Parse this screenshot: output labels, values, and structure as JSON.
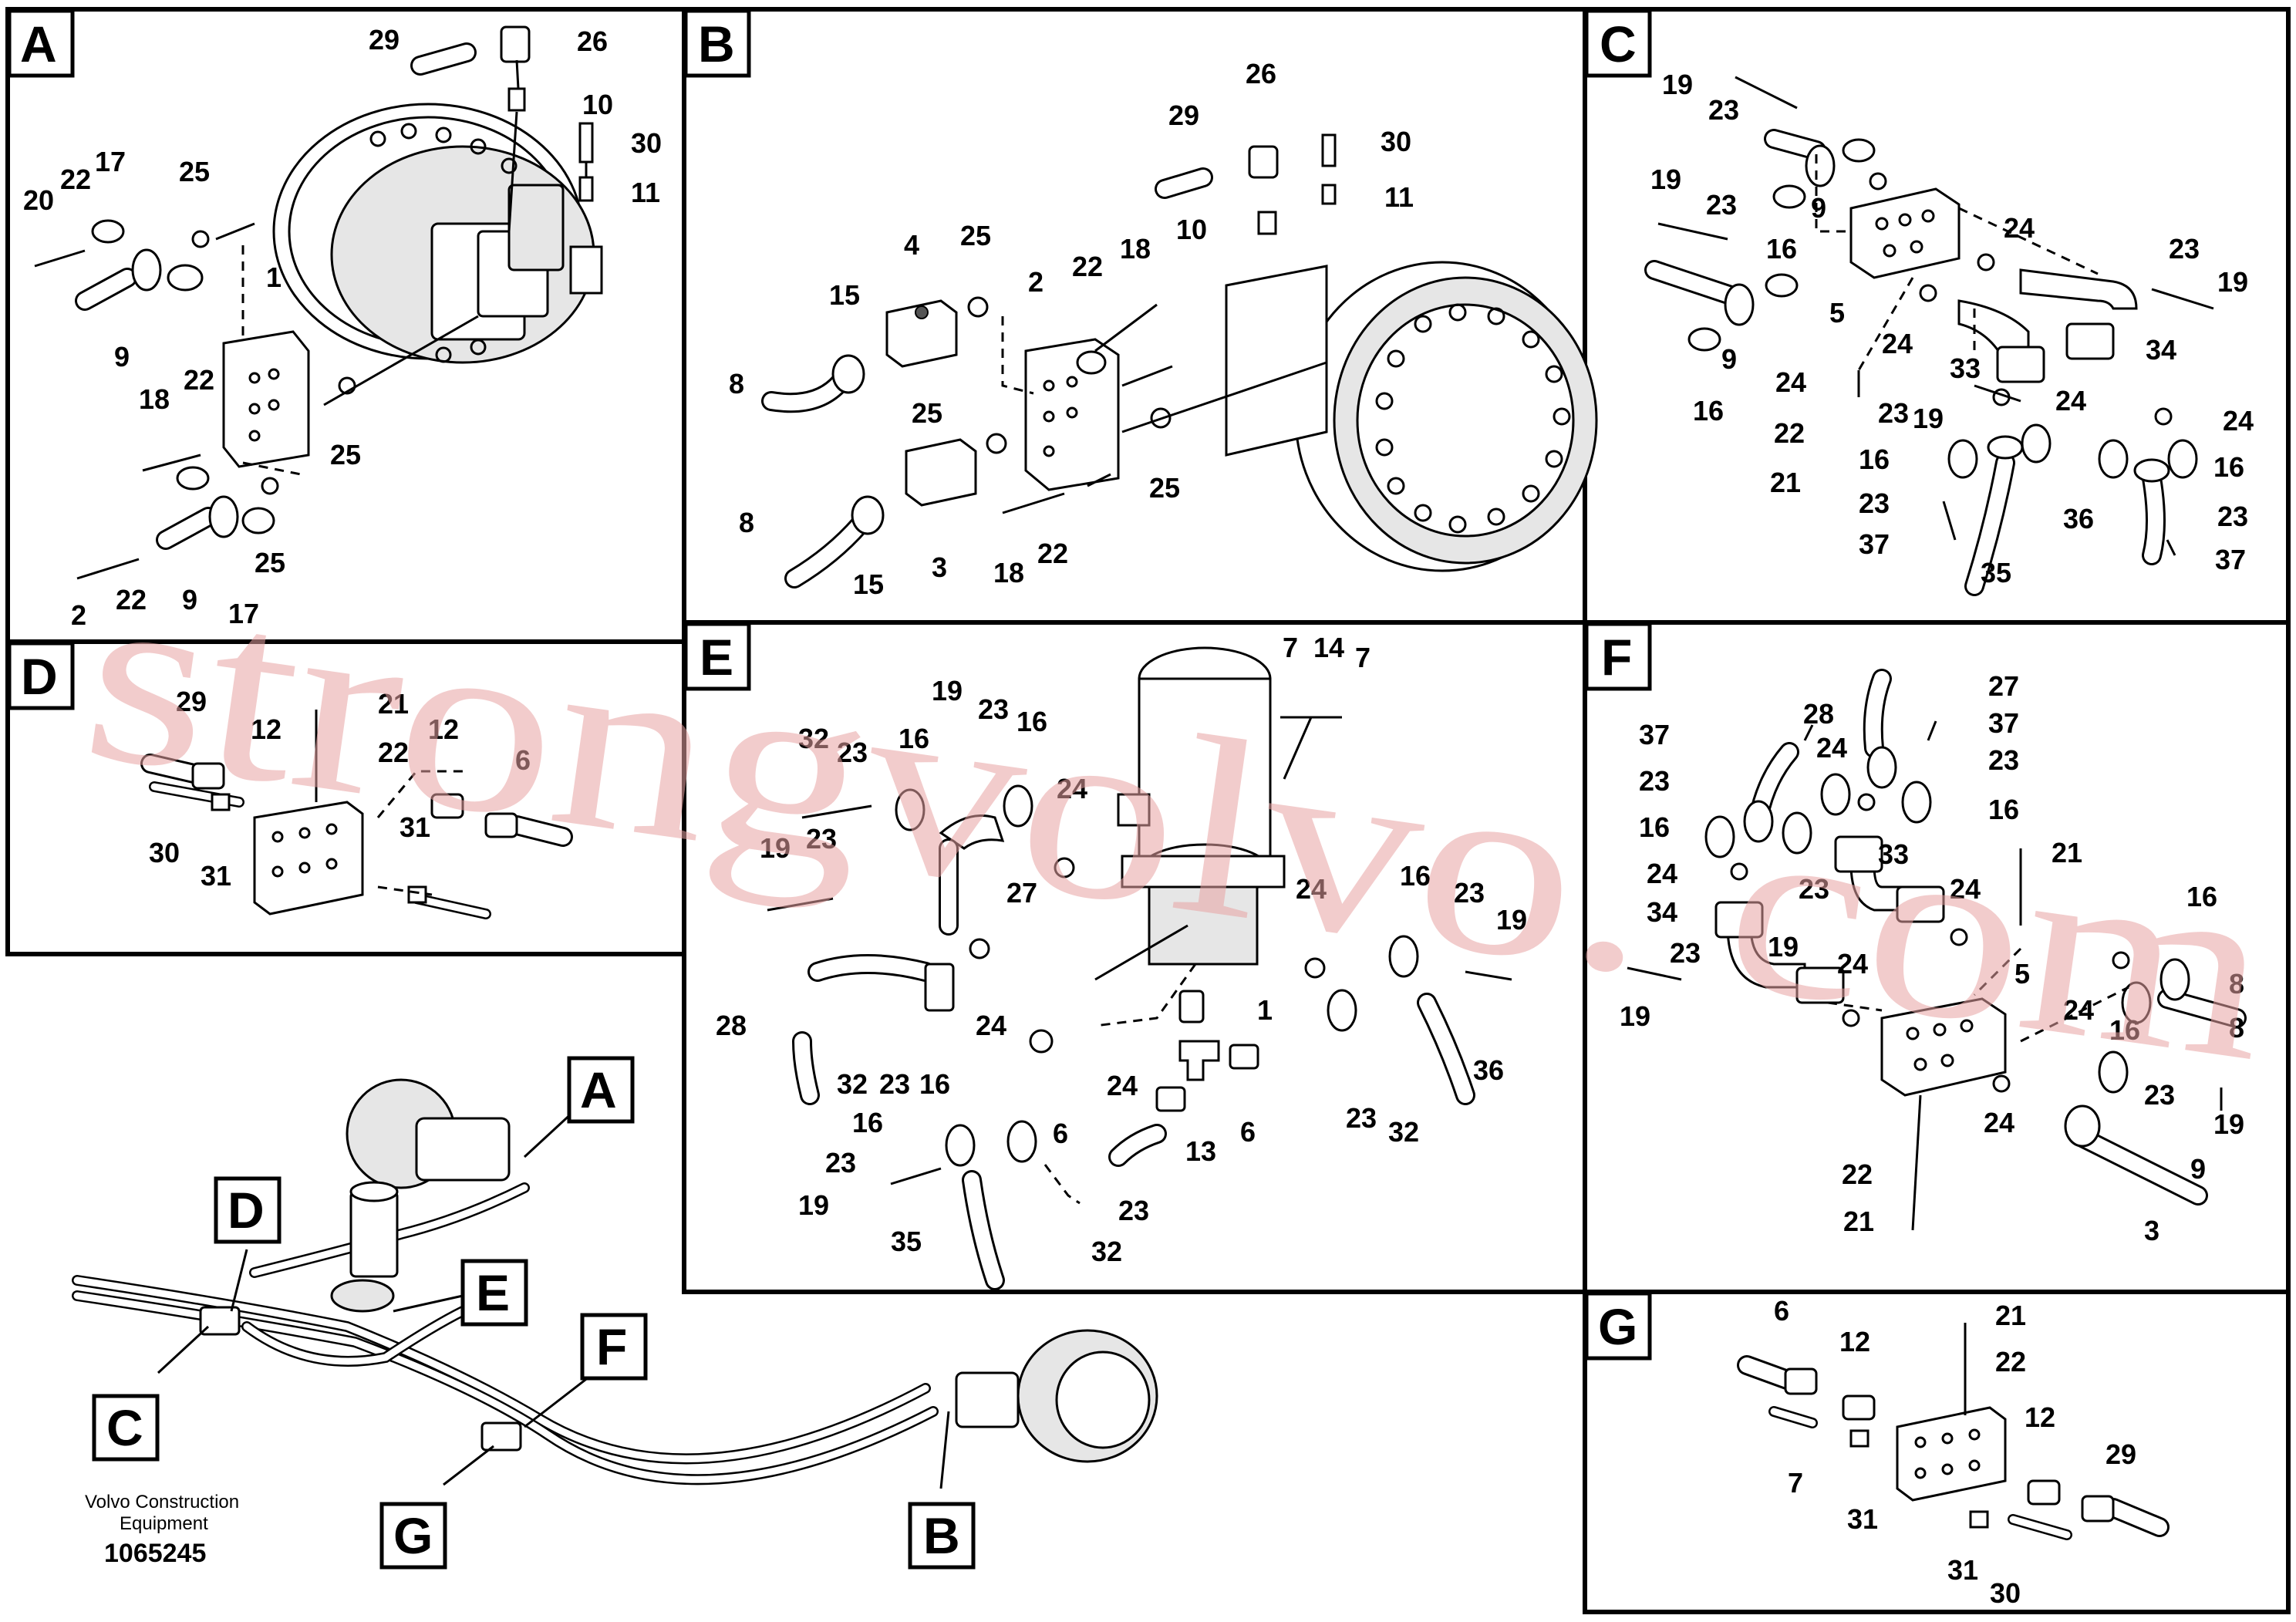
{
  "panels": {
    "A": {
      "label": "A"
    },
    "B": {
      "label": "B"
    },
    "C": {
      "label": "C"
    },
    "D": {
      "label": "D"
    },
    "E": {
      "label": "E"
    },
    "F": {
      "label": "F"
    },
    "G": {
      "label": "G"
    }
  },
  "overview_callouts": [
    "A",
    "D",
    "E",
    "F",
    "C",
    "G",
    "B"
  ],
  "callouts": {
    "A": [
      "29",
      "26",
      "10",
      "30",
      "11",
      "20",
      "22",
      "17",
      "25",
      "1",
      "9",
      "22",
      "18",
      "25",
      "2",
      "22",
      "9",
      "17",
      "25"
    ],
    "B": [
      "26",
      "29",
      "30",
      "11",
      "10",
      "4",
      "25",
      "2",
      "22",
      "18",
      "15",
      "8",
      "25",
      "25",
      "8",
      "15",
      "3",
      "18",
      "22"
    ],
    "C": [
      "19",
      "23",
      "19",
      "23",
      "9",
      "16",
      "24",
      "23",
      "19",
      "5",
      "24",
      "9",
      "33",
      "34",
      "16",
      "24",
      "23",
      "19",
      "24",
      "22",
      "21",
      "16",
      "24",
      "16",
      "23",
      "36",
      "23",
      "37",
      "35",
      "37"
    ],
    "D": [
      "29",
      "21",
      "12",
      "12",
      "22",
      "6",
      "30",
      "31",
      "31"
    ],
    "E": [
      "7",
      "14",
      "7",
      "19",
      "23",
      "16",
      "32",
      "23",
      "16",
      "24",
      "19",
      "23",
      "27",
      "24",
      "16",
      "23",
      "19",
      "28",
      "32",
      "23",
      "16",
      "24",
      "1",
      "24",
      "6",
      "13",
      "6",
      "36",
      "23",
      "32",
      "16",
      "23",
      "19",
      "23",
      "35",
      "32"
    ],
    "F": [
      "27",
      "37",
      "28",
      "37",
      "23",
      "24",
      "23",
      "16",
      "16",
      "24",
      "33",
      "21",
      "34",
      "23",
      "24",
      "16",
      "19",
      "23",
      "24",
      "5",
      "8",
      "19",
      "24",
      "16",
      "8",
      "23",
      "24",
      "19",
      "22",
      "9",
      "21",
      "3"
    ],
    "G": [
      "21",
      "6",
      "22",
      "12",
      "12",
      "29",
      "7",
      "31",
      "31",
      "30"
    ]
  },
  "watermark": "strongvolvo. com",
  "footer": {
    "company": "Volvo Construction",
    "company_line2": "Equipment",
    "doc_number": "1065245"
  }
}
